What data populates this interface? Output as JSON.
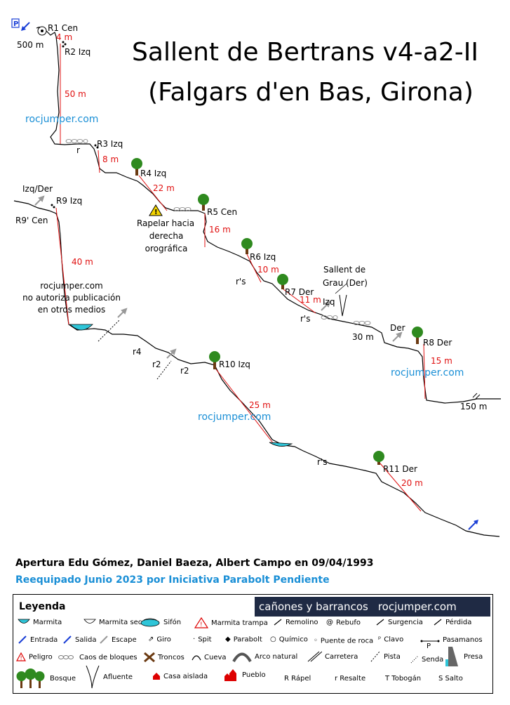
{
  "title": {
    "line1": "Sallent de Bertrans v4-a2-II",
    "line2": "(Falgars d'en Bas, Girona)"
  },
  "watermark": "rocjumper.com",
  "notice": {
    "line1": "rocjumper.com",
    "line2": "no autoriza publicación",
    "line3": "en otros medios"
  },
  "annotations": {
    "start_altitude": "500 m",
    "r1": "R1 Cen",
    "r1_len": "4 m",
    "r2": "R2 Izq",
    "r2_len": "50 m",
    "r_small": "r",
    "r3": "R3 Izq",
    "r3_len": "8 m",
    "r4": "R4 Izq",
    "r4_len": "22 m",
    "hazard_note_1": "Rapelar hacia",
    "hazard_note_2": "derecha",
    "hazard_note_3": "orográfica",
    "r5": "R5 Cen",
    "r5_len": "16 m",
    "r6": "R6 Izq",
    "r6_len": "10 m",
    "rs_1": "r's",
    "r7": "R7 Der",
    "r7_len": "11 m",
    "izq": "Izq",
    "rs_2": "r's",
    "sallent_grau_1": "Sallent de",
    "sallent_grau_2": "Grau (Der)",
    "walk_30": "30 m",
    "der": "Der",
    "r8": "R8 Der",
    "r8_len": "15 m",
    "walk_150": "150 m",
    "izq_der": "Izq/Der",
    "r9": "R9 Izq",
    "r9b": "R9' Cen",
    "r9_len": "40 m",
    "r4_small": "r4",
    "r2_small_a": "r2",
    "r2_small_b": "r2",
    "r10": "R10 Izq",
    "r10_len": "25 m",
    "rs_3": "r's",
    "r11": "R11 Der",
    "r11_len": "20 m"
  },
  "credits": {
    "opening": "Apertura Edu Gómez, Daniel Baeza, Albert Campo en 09/04/1993",
    "requip": "Reequipado Junio 2023 por Iniciativa Parabolt Pendiente"
  },
  "legend": {
    "title": "Leyenda",
    "brand_left": "cañones y barrancos",
    "brand_right": "rocjumper.com",
    "items": {
      "marmita": "Marmita",
      "marmita_seca": "Marmita seca",
      "sifon": "Sifón",
      "marmita_trampa": "Marmita trampa",
      "remolino": "Remolino",
      "rebufo": "Rebufo",
      "surgencia": "Surgencia",
      "perdida": "Pérdida",
      "entrada": "Entrada",
      "salida": "Salida",
      "escape": "Escape",
      "giro": "Giro",
      "spit": "Spit",
      "parabolt": "Parabolt",
      "quimico": "Químico",
      "puente_roca": "Puente de roca",
      "clavo": "Clavo",
      "pasamanos": "Pasamanos",
      "pasamanos_p": "P",
      "peligro": "Peligro",
      "caos": "Caos de bloques",
      "troncos": "Troncos",
      "cueva": "Cueva",
      "arco": "Arco natural",
      "carretera": "Carretera",
      "pista": "Pista",
      "senda": "Senda",
      "presa": "Presa",
      "bosque": "Bosque",
      "afluente": "Afluente",
      "casa": "Casa aislada",
      "pueblo": "Pueblo",
      "rapel": "R Rápel",
      "resalte": "r Resalte",
      "tobogan": "T Tobogán",
      "salto": "S Salto"
    }
  },
  "colors": {
    "rope": "#e01010",
    "water": "#2ec5d8",
    "tree_crown": "#2f8a1f",
    "tree_trunk": "#6b3a12",
    "watermark": "#1a8fd6",
    "entry_arrow": "#1a3fd6",
    "brand_bg": "#1f2a44"
  }
}
